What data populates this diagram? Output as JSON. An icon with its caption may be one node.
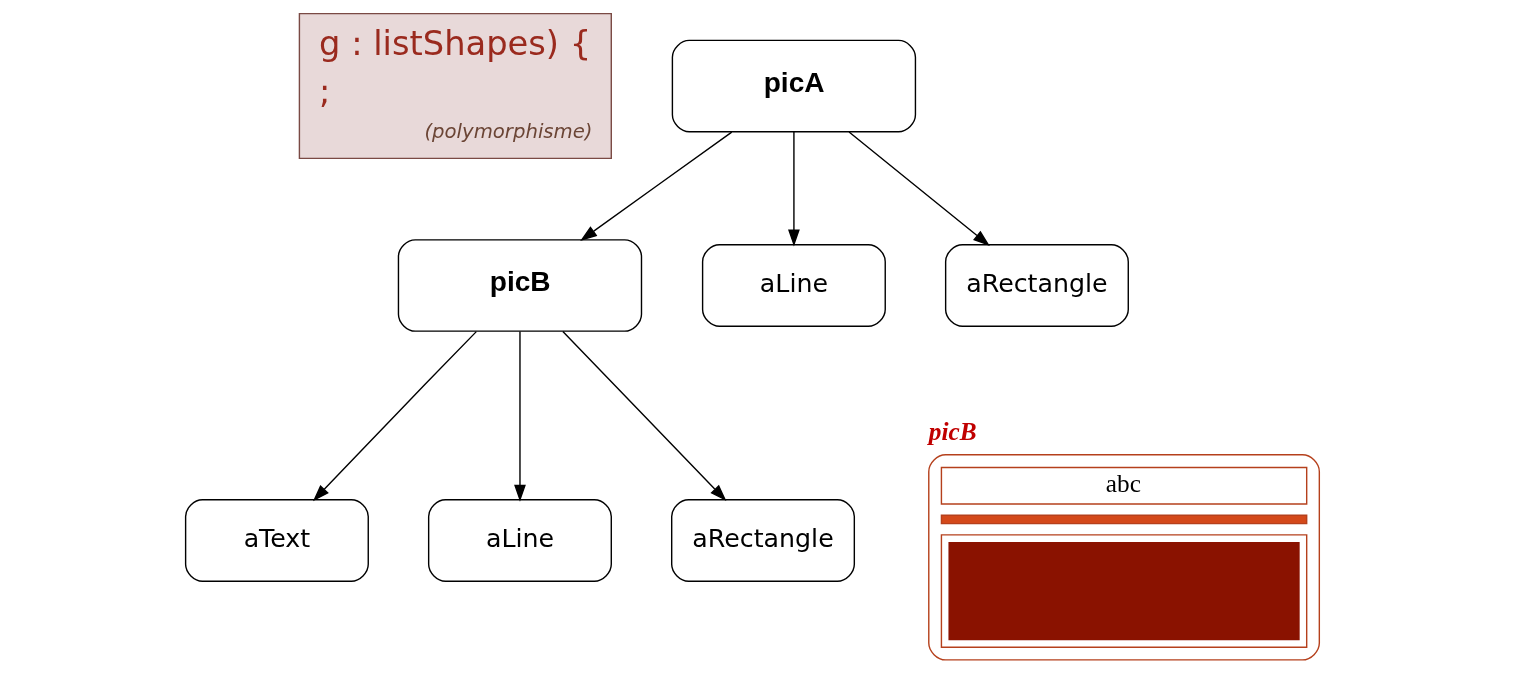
{
  "diagram": {
    "nodes": [
      {
        "text": [
          "g : listShapes) {",
          ";",
          "(polymorphisme)"
        ]
      },
      {
        "text": [
          "picA"
        ]
      },
      {
        "text": [
          "picB"
        ]
      },
      {
        "text": [
          "aLine"
        ]
      },
      {
        "text": [
          "aRectangle"
        ]
      },
      {
        "text": [
          "aText"
        ]
      },
      {
        "text": [
          "aLine"
        ]
      },
      {
        "text": [
          "aRectangle"
        ]
      },
      {
        "text": [
          "picB",
          "abc"
        ]
      }
    ],
    "edges": [
      {
        "from": 1,
        "to": 2,
        "arrow": "to"
      },
      {
        "from": 1,
        "to": 3,
        "arrow": "to"
      },
      {
        "from": 1,
        "to": 4,
        "arrow": "to"
      },
      {
        "from": 2,
        "to": 5,
        "arrow": "to"
      },
      {
        "from": 2,
        "to": 6,
        "arrow": "to"
      },
      {
        "from": 2,
        "to": 7,
        "arrow": "to"
      }
    ]
  }
}
